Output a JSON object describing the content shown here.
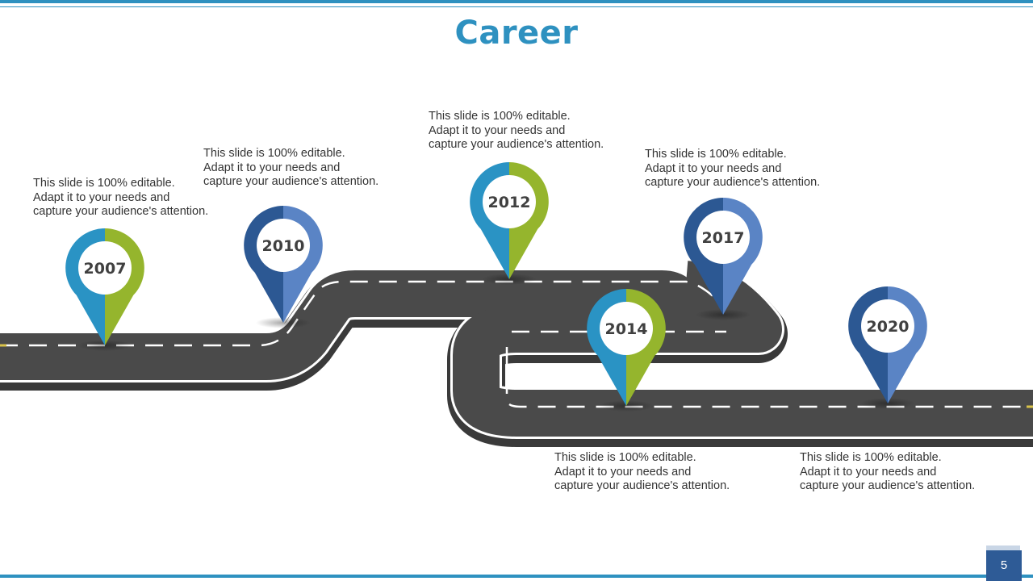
{
  "title": "Career",
  "page_number": "5",
  "milestones": [
    {
      "year": "2007",
      "lines": [
        "This slide is 100% editable.",
        "Adapt it to your needs and",
        "capture your audience's attention."
      ],
      "colors": [
        "#2a93c4",
        "#95b52d"
      ]
    },
    {
      "year": "2010",
      "lines": [
        "This slide is 100% editable.",
        "Adapt it to your needs and",
        "capture your audience's attention."
      ],
      "colors": [
        "#2c5893",
        "#5a84c5"
      ]
    },
    {
      "year": "2012",
      "lines": [
        "This slide is 100% editable.",
        "Adapt it to your needs and",
        "capture your audience's attention."
      ],
      "colors": [
        "#2a93c4",
        "#95b52d"
      ]
    },
    {
      "year": "2014",
      "lines": [
        "This slide is 100% editable.",
        "Adapt it to your needs and",
        "capture your audience's attention."
      ],
      "colors": [
        "#2a93c4",
        "#95b52d"
      ]
    },
    {
      "year": "2017",
      "lines": [
        "This slide is 100% editable.",
        "Adapt it to your needs and",
        "capture your audience's attention."
      ],
      "colors": [
        "#2c5893",
        "#5a84c5"
      ]
    },
    {
      "year": "2020",
      "lines": [
        "This slide is 100% editable.",
        "Adapt it to your needs and",
        "capture your audience's attention."
      ],
      "colors": [
        "#2c5893",
        "#5a84c5"
      ]
    }
  ]
}
